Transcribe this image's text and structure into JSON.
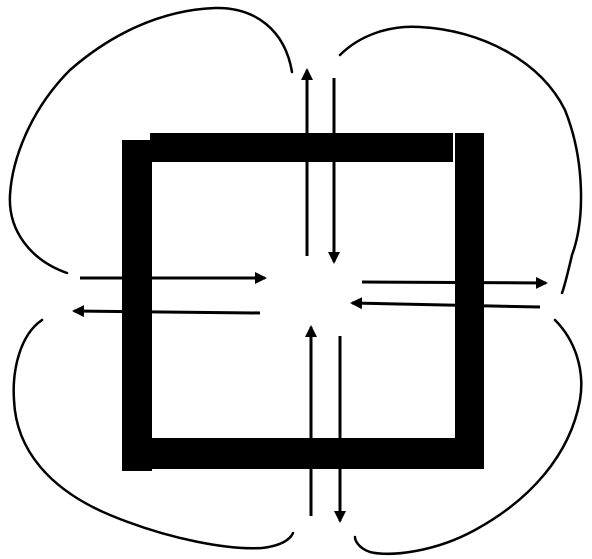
{
  "diagram": {
    "background_color": "#ffffff",
    "stroke_color": "#000000",
    "description_icon": "square-frame-with-four-petal-outline",
    "frame": {
      "bar_count": 4,
      "color": "#000000"
    },
    "petals": {
      "count": 4,
      "color": "#000000"
    },
    "arrows": {
      "count": 8,
      "pairs": [
        {
          "side": "top",
          "directions": [
            "outward",
            "inward"
          ]
        },
        {
          "side": "left",
          "directions": [
            "inward",
            "outward"
          ]
        },
        {
          "side": "right",
          "directions": [
            "outward",
            "inward"
          ]
        },
        {
          "side": "bottom",
          "directions": [
            "inward",
            "outward"
          ]
        }
      ]
    }
  }
}
